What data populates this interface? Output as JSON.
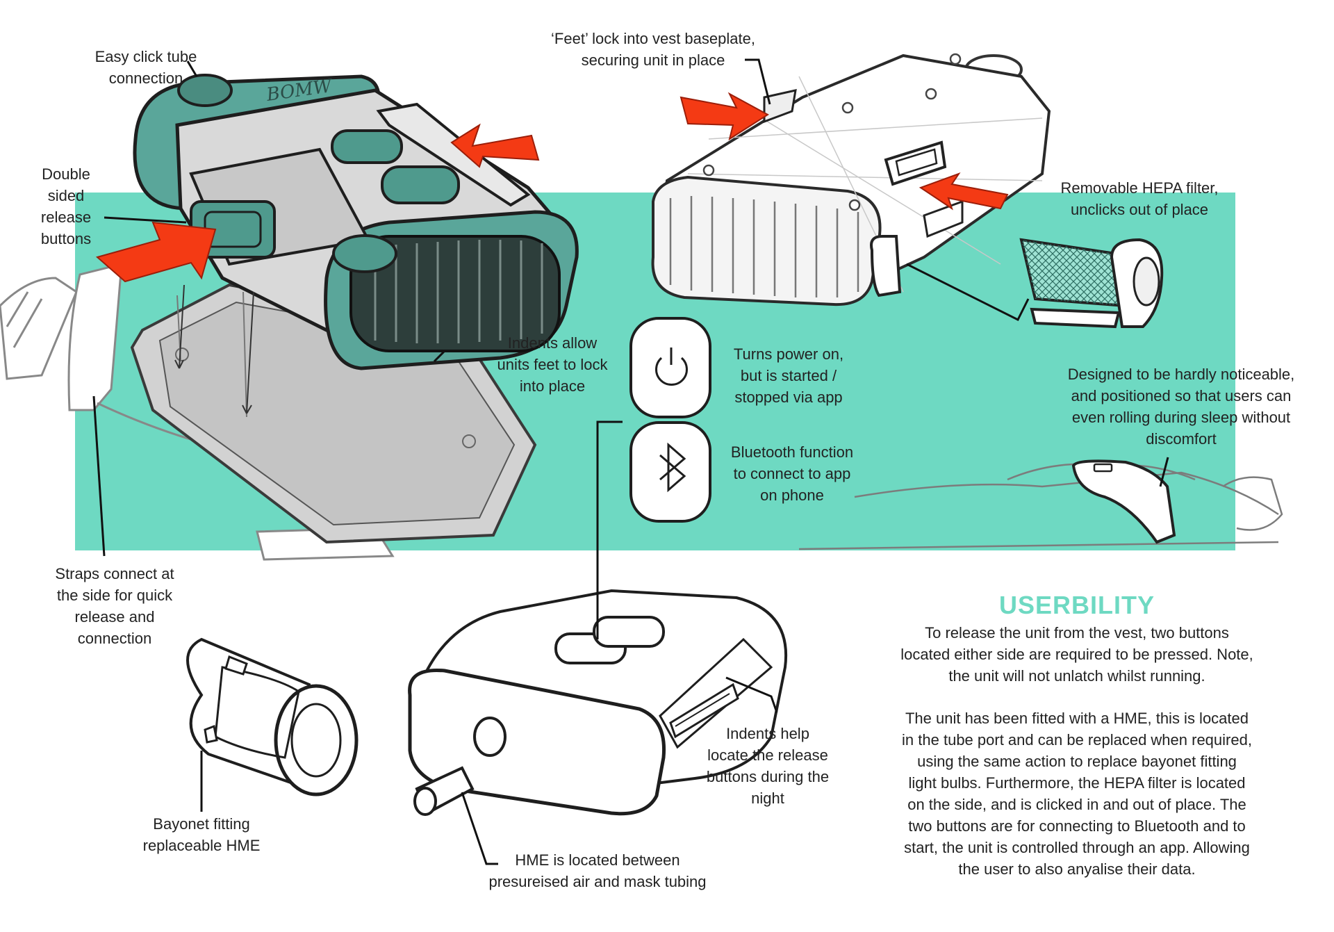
{
  "colors": {
    "accent": "#6ed9c2",
    "arrow": "#f43a14",
    "teal_body": "#5aa69a",
    "ink": "#1c1c1c",
    "sketch_grey": "#9a9a9a"
  },
  "icons": [
    "power-icon",
    "bluetooth-icon",
    "arrow-icon"
  ],
  "labels": {
    "easy_click": "Easy click tube\nconnection",
    "feet_lock": "‘Feet’ lock into vest baseplate,\nsecuring unit in place",
    "double_sided": "Double\nsided\nrelease\nbuttons",
    "hepa": "Removable HEPA filter,\nunclicks out of place",
    "indents_feet": "Indents allow\nunits feet to lock\ninto place",
    "power": "Turns power on,\nbut is started /\nstopped via app",
    "designed": "Designed to be hardly noticeable,\nand positioned so that users can\neven rolling during sleep without\ndiscomfort",
    "bluetooth": "Bluetooth function\nto connect to app\non phone",
    "straps": "Straps connect at\nthe side for quick\nrelease and\nconnection",
    "indents_help": "Indents help\nlocate the release\nbuttons during the\nnight",
    "bayonet": "Bayonet fitting\nreplaceable HME",
    "hme": "HME is located between\npresureised air and mask tubing"
  },
  "usability": {
    "title": "USERBILITY",
    "paragraph_1": "To release the unit from the vest, two buttons\nlocated either side are required to be pressed. Note,\nthe unit will not unlatch whilst running.",
    "paragraph_2": "The unit has been fitted with a HME, this is located\nin the tube port and can be replaced when required,\nusing the same action to replace bayonet fitting\nlight bulbs. Furthermore, the HEPA filter is located\non the side, and is clicked in and out of place. The\ntwo buttons are for connecting to Bluetooth and to\nstart, the unit is controlled through an app. Allowing\nthe user to also anyalise their data."
  },
  "sketch_text": {
    "logo": "BOMW"
  }
}
